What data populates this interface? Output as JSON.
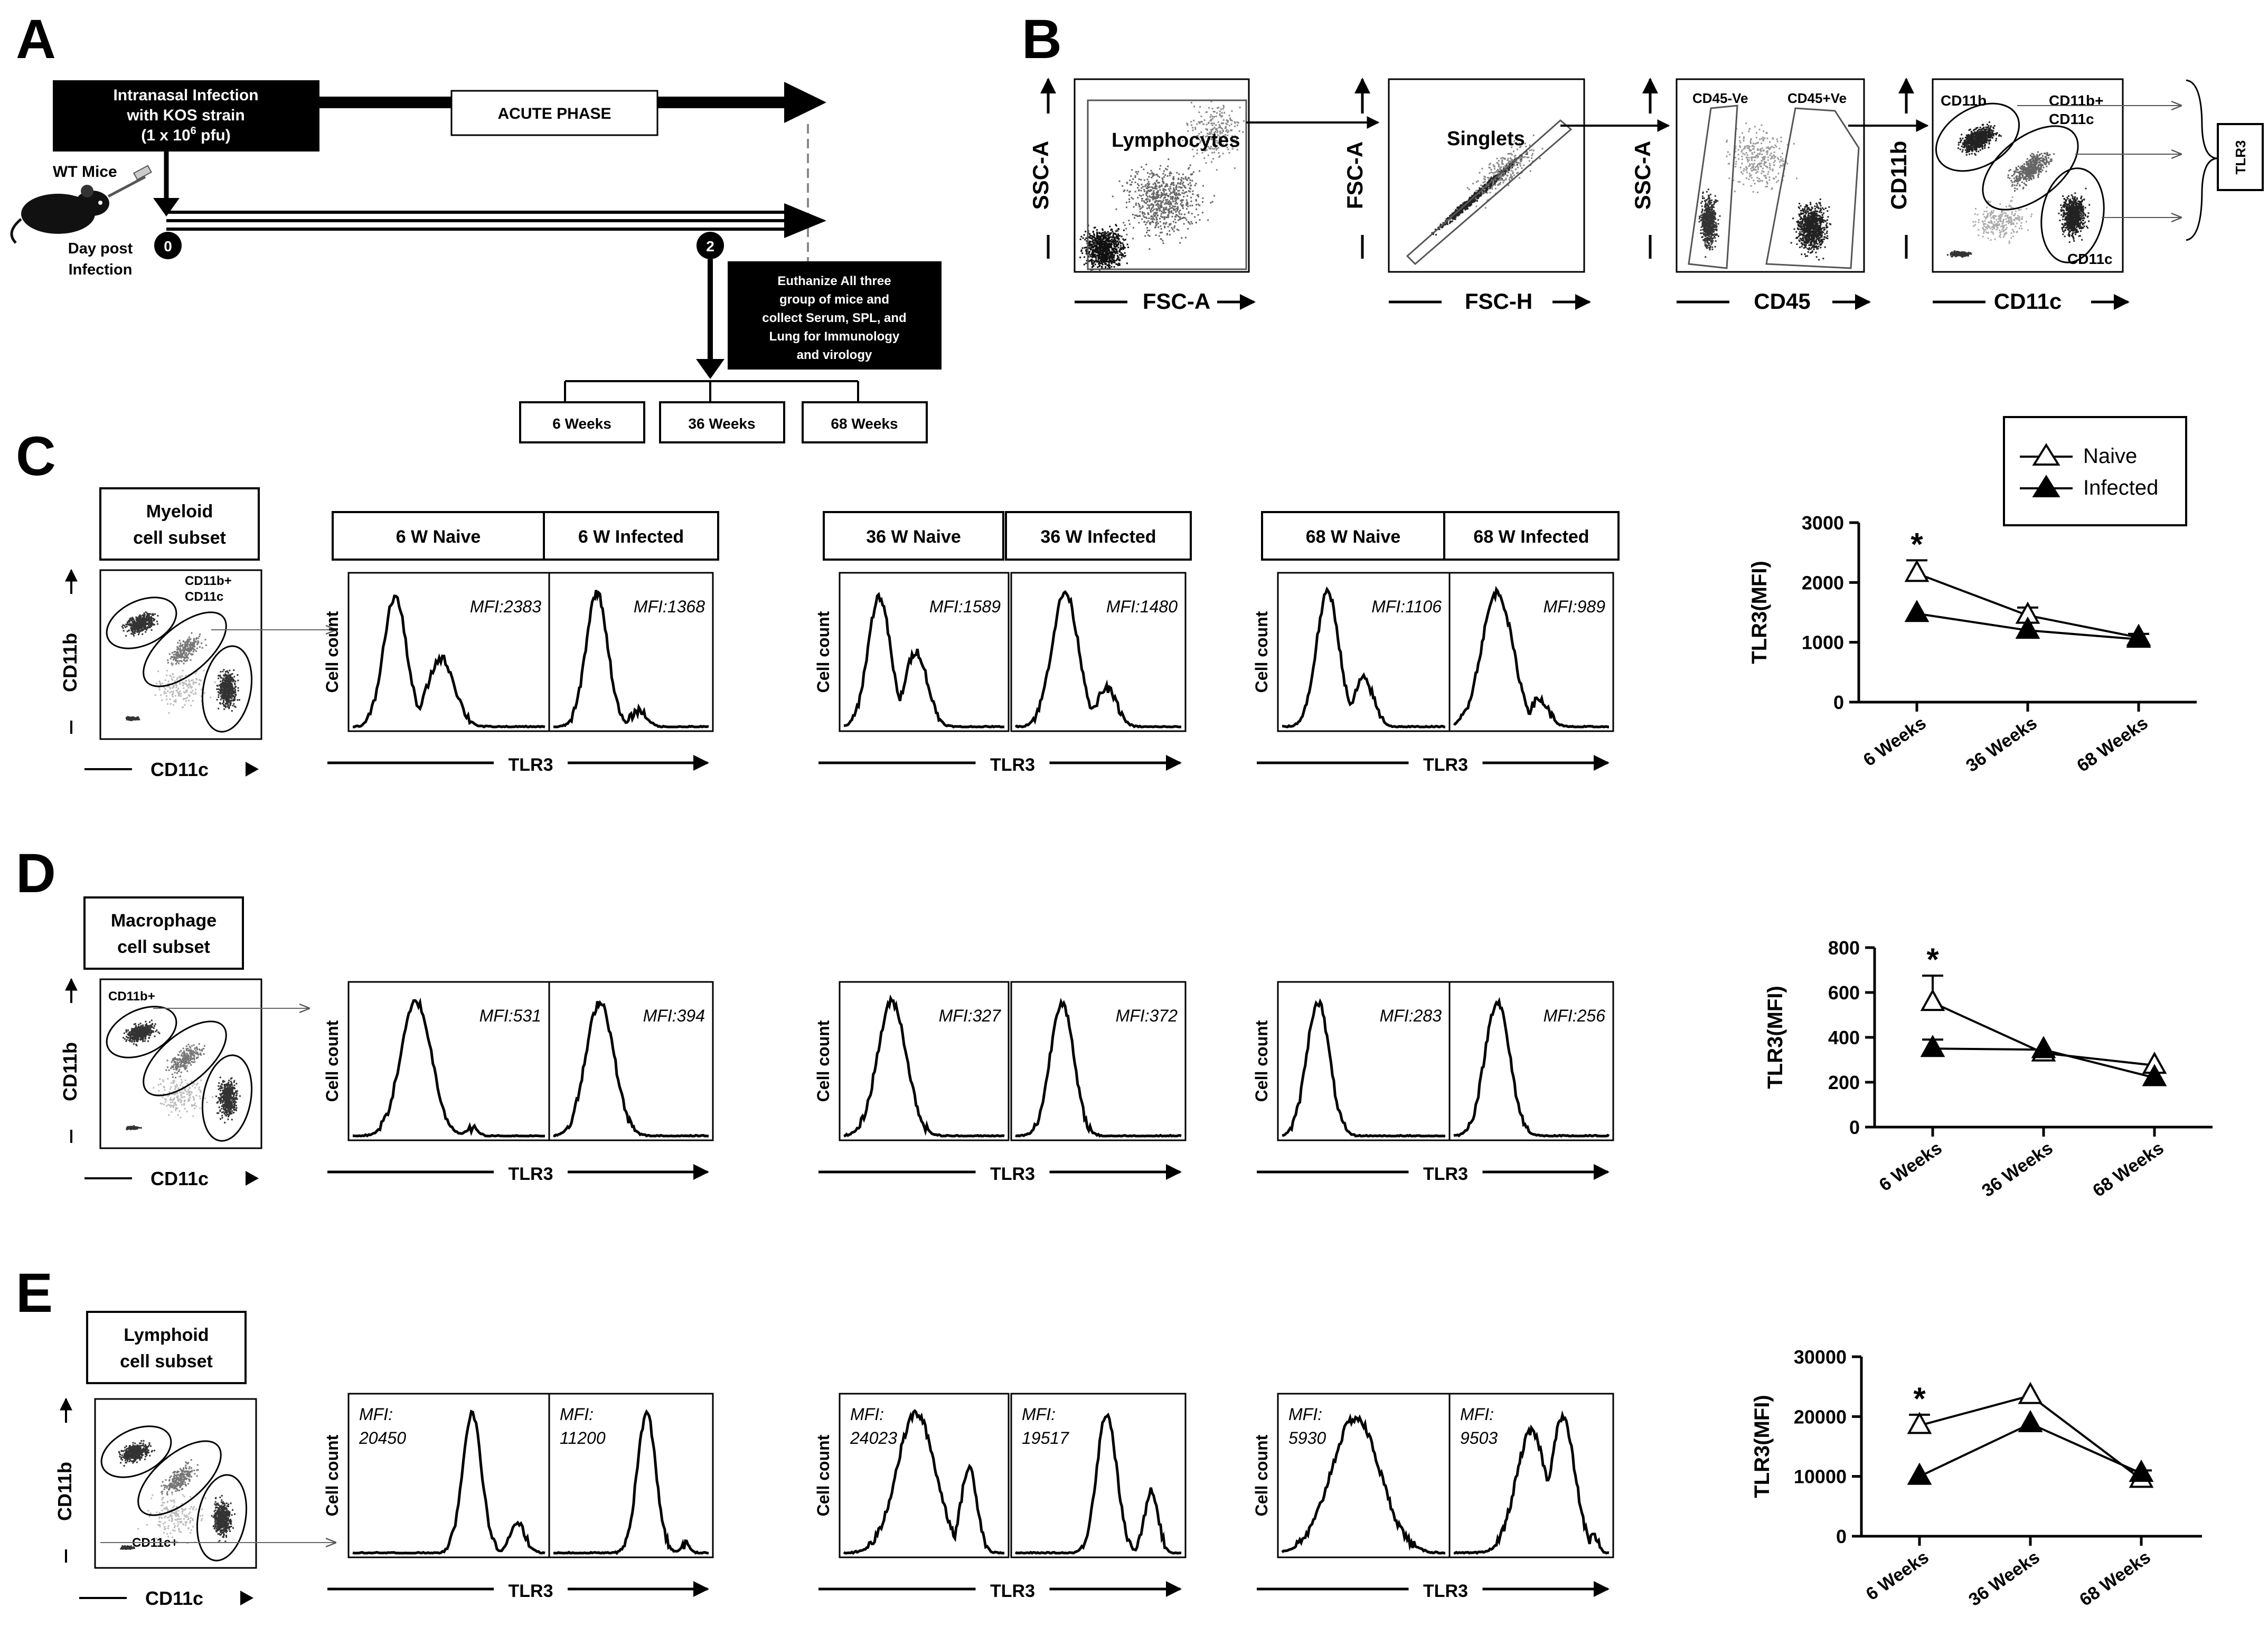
{
  "panel_letters": [
    "A",
    "B",
    "C",
    "D",
    "E"
  ],
  "panelA": {
    "infection_box": [
      "Intranasal Infection",
      "with  KOS strain",
      "(1 x 10",
      "6",
      " pfu)"
    ],
    "acute_phase": "ACUTE PHASE",
    "wt_mice": "WT Mice",
    "day_post": [
      "Day post",
      "Infection"
    ],
    "day0": "0",
    "day2": "2",
    "euthanize": [
      "Euthanize All three",
      "group of mice and",
      "collect Serum, SPL, and",
      "Lung for Immunology",
      "and virology"
    ],
    "groups": [
      "6 Weeks",
      "36 Weeks",
      "68 Weeks"
    ]
  },
  "panelB": {
    "plots": [
      {
        "y": "SSC-A",
        "x": "FSC-A",
        "gate": "Lymphocytes"
      },
      {
        "y": "FSC-A",
        "x": "FSC-H",
        "gate": "Singlets"
      },
      {
        "y": "SSC-A",
        "x": "CD45",
        "gates": [
          "CD45-Ve",
          "CD45+Ve"
        ]
      },
      {
        "y": "CD11b",
        "x": "CD11c",
        "gates": [
          "CD11b",
          "CD11b+",
          "CD11c",
          "CD11c"
        ]
      }
    ],
    "tlr3": "TLR3"
  },
  "rows": [
    {
      "subset": [
        "Myeloid",
        "cell subset"
      ],
      "gate_labels": [
        "CD11b+",
        "CD11c"
      ],
      "dot_axes": {
        "y": "CD11b",
        "x": "CD11c"
      },
      "group_labels": [
        "6 W Naive",
        "6 W Infected",
        "36 W Naive",
        "36 W Infected",
        "68 W Naive",
        "68 W Infected"
      ],
      "mfi": [
        "MFI:2383",
        "MFI:1368",
        "MFI:1589",
        "MFI:1480",
        "MFI:1106",
        "MFI:989"
      ],
      "hist_y": "Cell count",
      "hist_x": "TLR3"
    },
    {
      "subset": [
        "Macrophage",
        "cell subset"
      ],
      "gate_labels": [
        "CD11b+"
      ],
      "dot_axes": {
        "y": "CD11b",
        "x": "CD11c"
      },
      "mfi": [
        "MFI:531",
        "MFI:394",
        "MFI:327",
        "MFI:372",
        "MFI:283",
        "MFI:256"
      ],
      "hist_y": "Cell count",
      "hist_x": "TLR3"
    },
    {
      "subset": [
        "Lymphoid",
        "cell subset"
      ],
      "gate_labels": [
        "CD11c+"
      ],
      "dot_axes": {
        "y": "CD11b",
        "x": "CD11c"
      },
      "mfi": [
        [
          "MFI:",
          "20450"
        ],
        [
          "MFI:",
          "11200"
        ],
        [
          "MFI:",
          "24023"
        ],
        [
          "MFI:",
          "19517"
        ],
        [
          "MFI:",
          "5930"
        ],
        [
          "MFI:",
          "9503"
        ]
      ],
      "hist_y": "Cell count",
      "hist_x": "TLR3"
    }
  ],
  "legend": {
    "naive": "Naive",
    "infected": "Infected"
  },
  "asterisk": "*",
  "chart_data": [
    {
      "type": "line",
      "ylabel": "TLR3(MFI)",
      "categories": [
        "6 Weeks",
        "36 Weeks",
        "68 Weeks"
      ],
      "yticks": [
        0,
        1000,
        2000,
        3000
      ],
      "ylim": [
        0,
        3000
      ],
      "series": [
        {
          "name": "Naive",
          "values": [
            2150,
            1450,
            1080
          ],
          "err": [
            220,
            130,
            60
          ]
        },
        {
          "name": "Infected",
          "values": [
            1480,
            1200,
            1050
          ],
          "err": [
            0,
            0,
            0
          ]
        }
      ],
      "significance": [
        "*",
        "",
        ""
      ]
    },
    {
      "type": "line",
      "ylabel": "TLR3(MFI)",
      "categories": [
        "6 Weeks",
        "36 Weeks",
        "68 Weeks"
      ],
      "yticks": [
        0,
        200,
        400,
        600,
        800
      ],
      "ylim": [
        0,
        800
      ],
      "series": [
        {
          "name": "Naive",
          "values": [
            555,
            330,
            275
          ],
          "err": [
            120,
            0,
            0
          ]
        },
        {
          "name": "Infected",
          "values": [
            350,
            345,
            220
          ],
          "err": [
            40,
            0,
            0
          ]
        }
      ],
      "significance": [
        "*",
        "",
        ""
      ]
    },
    {
      "type": "line",
      "ylabel": "TLR3(MFI)",
      "categories": [
        "6 Weeks",
        "36 Weeks",
        "68 Weeks"
      ],
      "yticks": [
        0,
        10000,
        20000,
        30000
      ],
      "ylim": [
        0,
        30000
      ],
      "series": [
        {
          "name": "Naive",
          "values": [
            18500,
            23500,
            9500
          ],
          "err": [
            1800,
            0,
            1500
          ]
        },
        {
          "name": "Infected",
          "values": [
            10000,
            18800,
            10500
          ],
          "err": [
            0,
            0,
            0
          ]
        }
      ],
      "significance": [
        "*",
        "",
        ""
      ]
    }
  ]
}
